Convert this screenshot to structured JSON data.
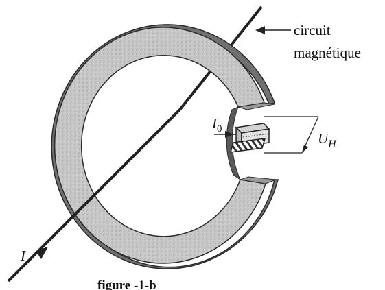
{
  "labels": {
    "circuit_line1": "circuit",
    "circuit_line2": "magnétique",
    "current_I0_main": "I",
    "current_I0_sub": "0",
    "voltage_main": "U",
    "voltage_sub": "H",
    "current_I": "I",
    "caption": "figure -1-b"
  },
  "colors": {
    "core_fill": "#c9c9c9",
    "core_shadow": "#6f6f6f",
    "wire": "#222222",
    "outline": "#2a2a2a"
  }
}
